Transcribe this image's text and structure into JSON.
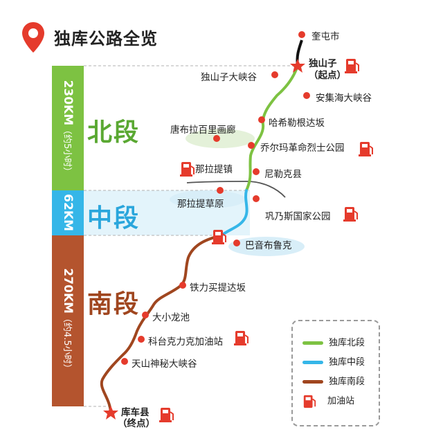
{
  "title": "独库公路全览",
  "sections": {
    "north": {
      "name": "北段",
      "distance": "230KM",
      "time": "（约5小时）",
      "color": "#7dc242"
    },
    "middle": {
      "name": "中段",
      "distance": "62KM",
      "color": "#35b6e8"
    },
    "south": {
      "name": "南段",
      "distance": "270KM",
      "time": "（约4.5小时）",
      "color": "#a0461f"
    }
  },
  "places": {
    "kuitun": "奎屯市",
    "dushanzi": "独山子",
    "dushanzi_note": "（起点）",
    "dushanzi_canyon": "独山子大峡谷",
    "anjihai": "安集海大峡谷",
    "haxi": "哈希勒根达坂",
    "tangbula": "唐布拉百里画廊",
    "qiaoerma": "乔尔玛革命烈士公园",
    "nalati_town": "那拉提镇",
    "nileke": "尼勒克县",
    "nalati_grassland": "那拉提草原",
    "gongnaisi": "巩乃斯国家公园",
    "bayinbuluke": "巴音布鲁克",
    "tielimaiti": "铁力买提达坂",
    "daxiao_longchi": "大小龙池",
    "ketaike": "科台克力克加油站",
    "tianshan_canyon": "天山神秘大峡谷",
    "kuche": "库车县",
    "kuche_note": "（终点）"
  },
  "legend": {
    "north": "独库北段",
    "middle": "独库中段",
    "south": "独库南段",
    "gas": "加油站"
  }
}
